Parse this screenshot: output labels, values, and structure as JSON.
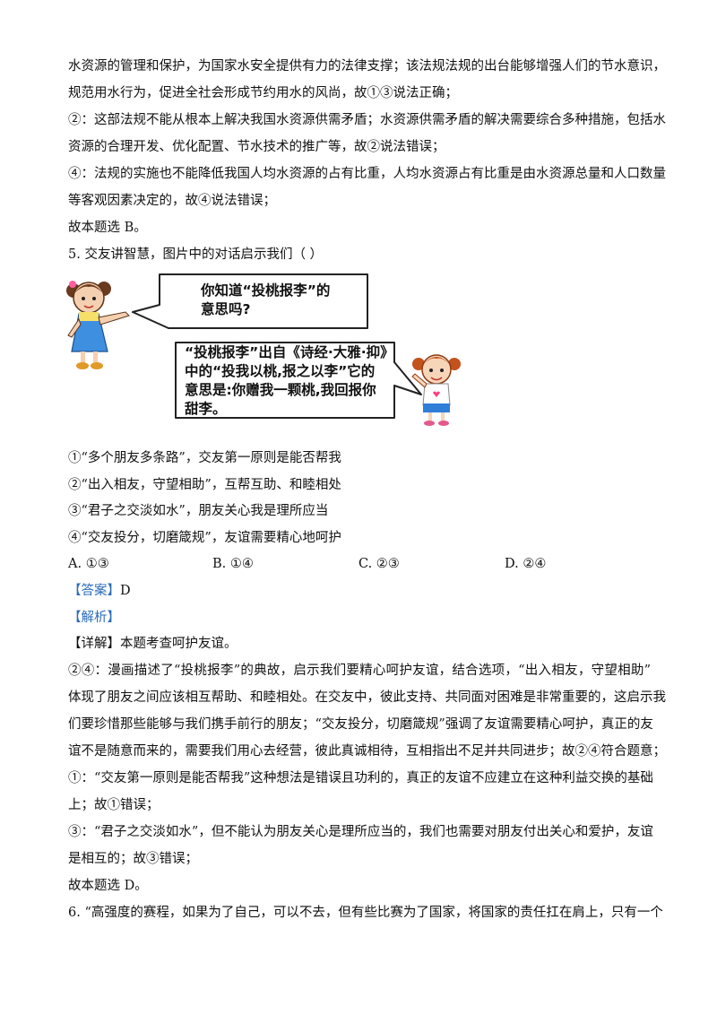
{
  "lines": {
    "l1": "水资源的管理和保护，为国家水安全提供有力的法律支撑；该法规法规的出台能够增强人们的节水意识，",
    "l2": "规范用水行为，促进全社会形成节约用水的风尚，故①③说法正确；",
    "l3": "②：这部法规不能从根本上解决我国水资源供需矛盾；水资源供需矛盾的解决需要综合多种措施，包括水",
    "l4": "资源的合理开发、优化配置、节水技术的推广等，故②说法错误；",
    "l5": "④：法规的实施也不能降低我国人均水资源的占有比重，人均水资源占有比重是由水资源总量和人口数量",
    "l6": "等客观因素决定的，故④说法错误；",
    "l7": "故本题选 B。",
    "q5": "5. 交友讲智慧，图片中的对话启示我们（      ）"
  },
  "comic": {
    "bubble1_line1": "你知道“投桃报李”的",
    "bubble1_line2": "意思吗?",
    "bubble2_line1": "“投桃报李”出自《诗经·大雅·抑》",
    "bubble2_line2": "中的“投我以桃,报之以李”它的",
    "bubble2_line3": "意思是:你赠我一颗桃,我回报你",
    "bubble2_line4": "甜李。"
  },
  "statements": {
    "s1": "①“多个朋友多条路”，交友第一原则是能否帮我",
    "s2": "②“出入相友，守望相助”，互帮互助、和睦相处",
    "s3": "③“君子之交淡如水”，朋友关心我是理所应当",
    "s4": "④“交友投分，切磨箴规”，友谊需要精心地呵护"
  },
  "options": {
    "a": "A. ①③",
    "b": "B. ①④",
    "c": "C. ②③",
    "d": "D. ②④"
  },
  "answer": {
    "tag": "【答案】",
    "value": "D",
    "analysis_tag": "【解析】",
    "detail_tag": "【详解】",
    "detail_text": "本题考查呵护友谊。"
  },
  "explanation": {
    "e1": "②④：漫画描述了“投桃报李”的典故，启示我们要精心呵护友谊，结合选项，“出入相友，守望相助”",
    "e2": "体现了朋友之间应该相互帮助、和睦相处。在交友中，彼此支持、共同面对困难是非常重要的，这启示我",
    "e3": "们要珍惜那些能够与我们携手前行的朋友；“交友投分，切磨箴规”强调了友谊需要精心呵护，真正的友",
    "e4": "谊不是随意而来的，需要我们用心去经营，彼此真诚相待，互相指出不足并共同进步；故②④符合题意；",
    "e5": "①：“交友第一原则是能否帮我”这种想法是错误且功利的，真正的友谊不应建立在这种利益交换的基础",
    "e6": "上；故①错误；",
    "e7": "③：“君子之交淡如水”，但不能认为朋友关心是理所应当的，我们也需要对朋友付出关心和爱护，友谊",
    "e8": "是相互的；故③错误；",
    "e9": "故本题选 D。"
  },
  "q6": "6. “高强度的赛程，如果为了自己，可以不去，但有些比赛为了国家，将国家的责任扛在肩上，只有一个"
}
